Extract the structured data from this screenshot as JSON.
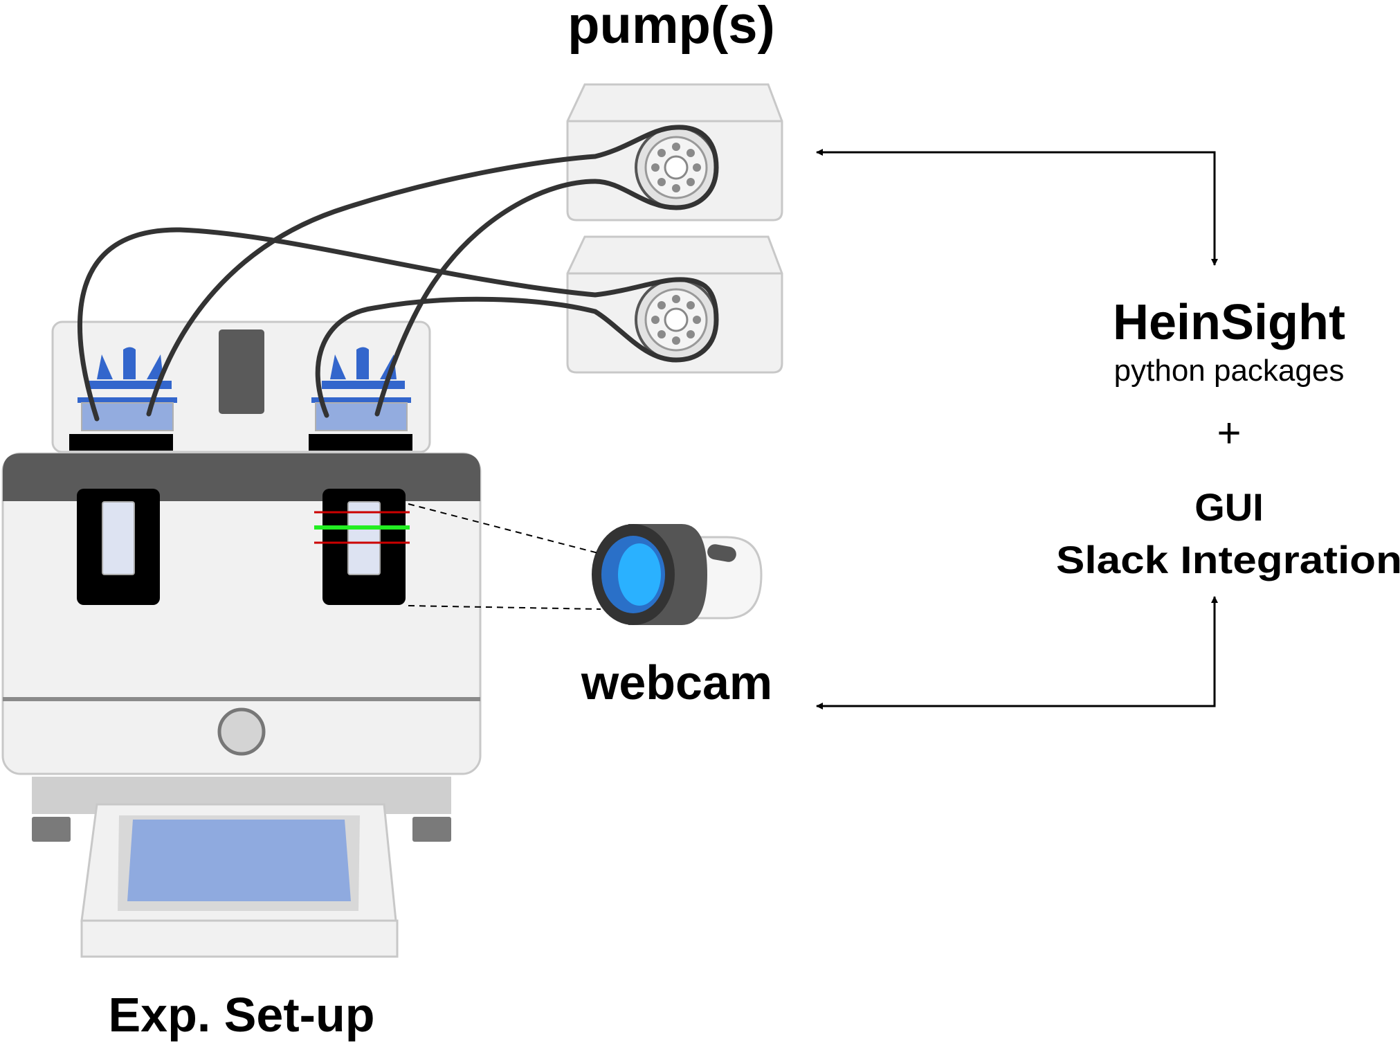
{
  "labels": {
    "pumps": "pump(s)",
    "webcam": "webcam",
    "setup": "Exp. Set-up",
    "software_title": "HeinSight",
    "software_subtitle": "python packages",
    "plus": "+",
    "gui": "GUI",
    "slack": "Slack Integration"
  },
  "icons": {
    "pump": "peristaltic-pump-icon",
    "camera": "webcam-icon",
    "setup": "stirrer-hotplate-icon"
  },
  "colors": {
    "outline": "#c8c8c8",
    "device_body": "#f1f1f1",
    "device_dark": "#5a5a5a",
    "tube": "#333333",
    "blue_accent": "#3366cc",
    "vial_liquid": "#93acdf",
    "lens": "#2ab1ff",
    "level_green": "#22ee22",
    "level_red": "#cc0000"
  }
}
